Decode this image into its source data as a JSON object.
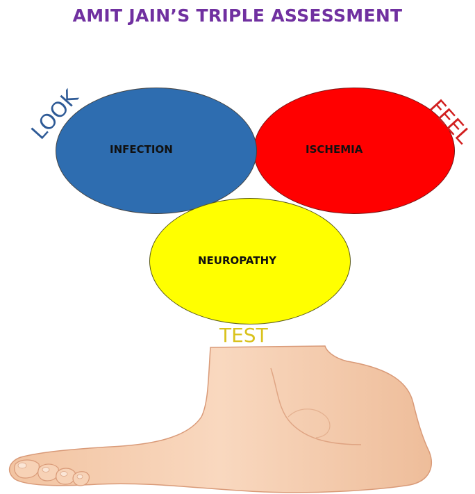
{
  "title": "AMIT JAIN’S TRIPLE ASSESSMENT",
  "circles": {
    "infection": {
      "label": "INFECTION",
      "color": "#2e6db0"
    },
    "ischemia": {
      "label": "ISCHEMIA",
      "color": "#ff0000"
    },
    "neuropathy": {
      "label": "NEUROPATHY",
      "color": "#ffff00"
    }
  },
  "words": {
    "look": {
      "text": "LOOK",
      "color": "#2e5a96"
    },
    "feel": {
      "text": "FEEL",
      "color": "#d11f1f"
    },
    "test": {
      "text": "TEST",
      "color": "#d9c21c"
    }
  },
  "illustration": {
    "icon": "foot-illustration",
    "skin_color": "#f6cfb0"
  }
}
